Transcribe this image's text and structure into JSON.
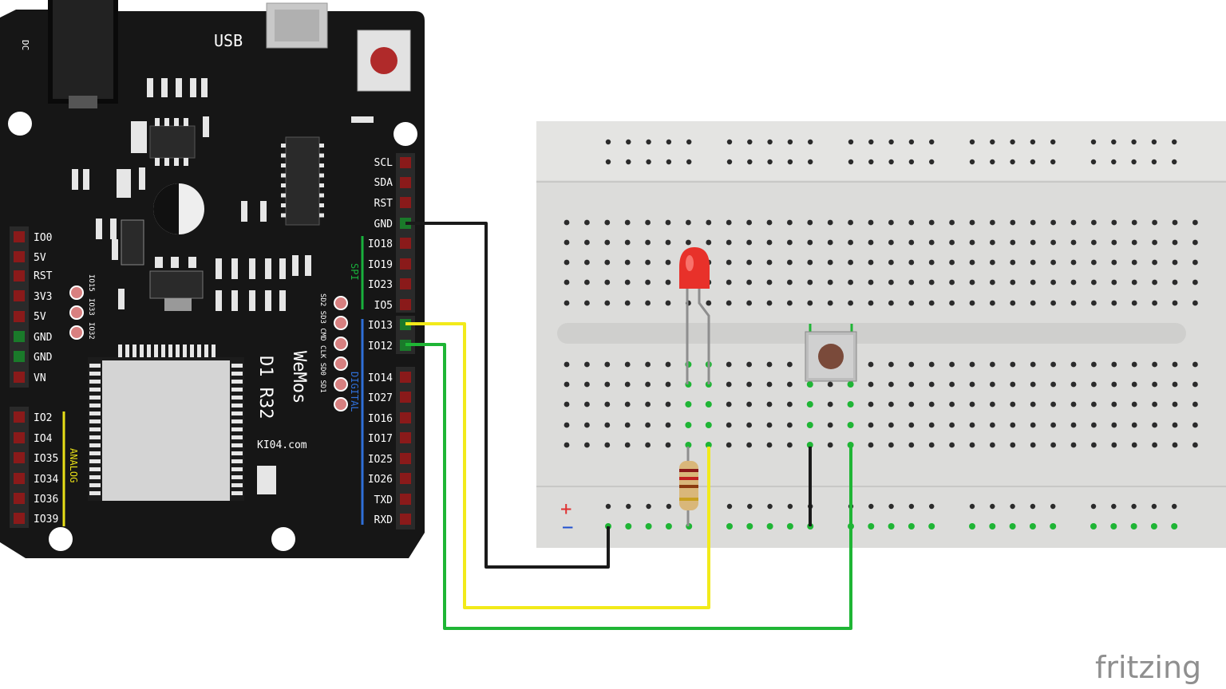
{
  "board": {
    "power_jack_label": "DC",
    "usb_label": "USB",
    "name_line1": "WeMos",
    "name_line2": "D1 R32",
    "website": "KI04.com",
    "spi_label": "SPI",
    "digital_label": "DIGITAL",
    "analog_label": "ANALOG",
    "right_header_top": [
      "SCL",
      "SDA",
      "RST",
      "GND",
      "IO18",
      "IO19",
      "IO23",
      "IO5",
      "IO13",
      "IO12"
    ],
    "right_header_bottom": [
      "IO14",
      "IO27",
      "IO16",
      "IO17",
      "IO25",
      "IO26",
      "TXD",
      "RXD"
    ],
    "left_power_header": [
      "IO0",
      "5V",
      "RST",
      "3V3",
      "5V",
      "GND",
      "GND",
      "VN"
    ],
    "left_analog_header": [
      "IO2",
      "IO4",
      "IO35",
      "IO34",
      "IO36",
      "IO39"
    ],
    "small_pads_labels": [
      "IO15",
      "IO33",
      "IO32"
    ],
    "sd_pads_label": "SD2 SD3 CMD CLK SD0 SD1"
  },
  "breadboard": {
    "plus_symbol": "+",
    "minus_symbol": "−"
  },
  "components": {
    "led_color": "#e8312a",
    "button_cap_color": "#7a4a3a",
    "resistor_color": "#d9b77a"
  },
  "wires": {
    "gnd_color": "#1a1a1a",
    "io13_color": "#f2ea1a",
    "io12_color": "#1fb535"
  },
  "brand": {
    "watermark": "fritzing"
  }
}
